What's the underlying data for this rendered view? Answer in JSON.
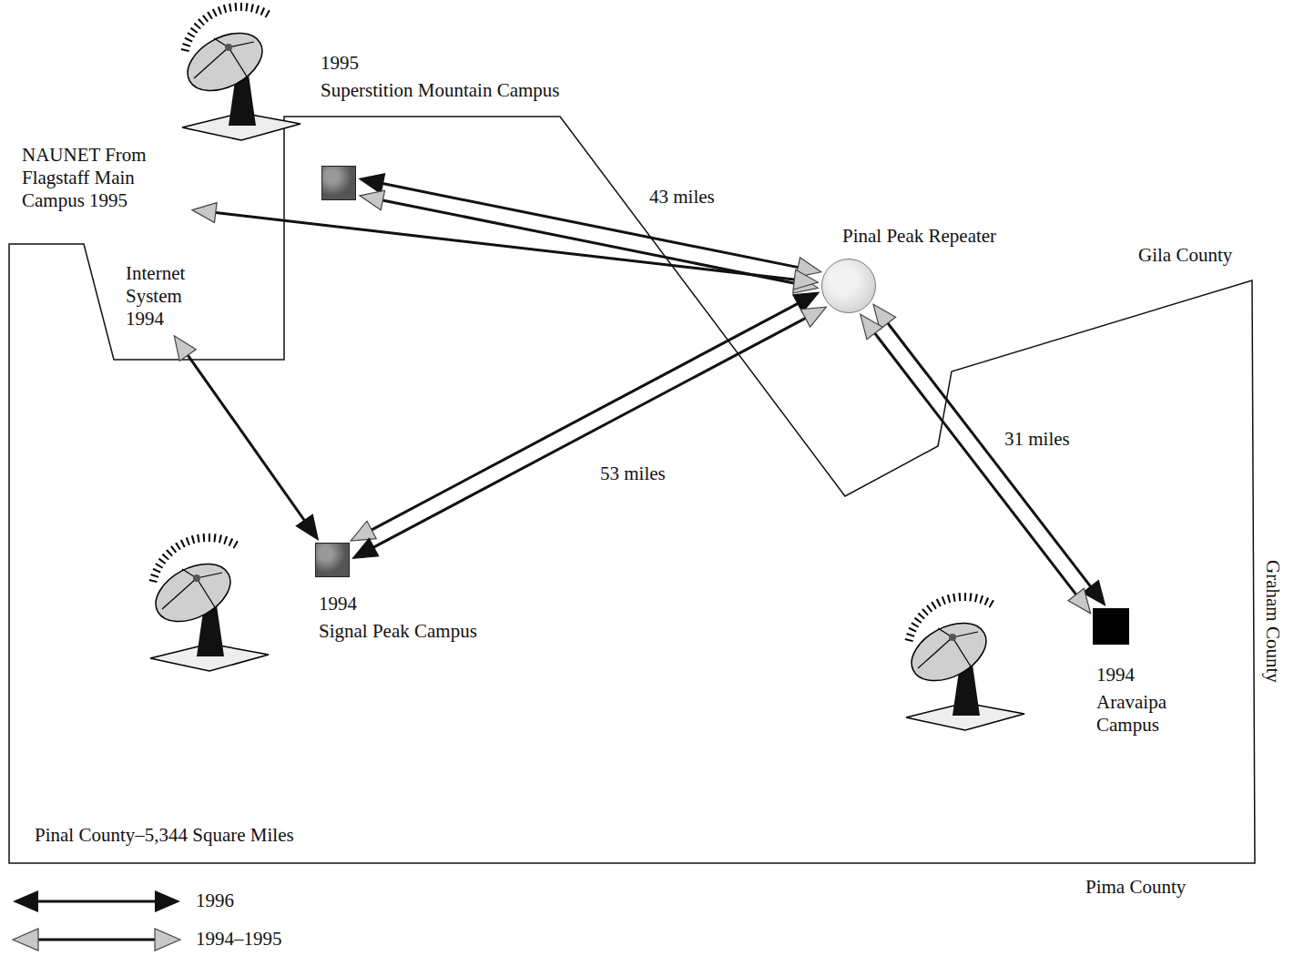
{
  "diagram": {
    "nodes": [
      {
        "text": [
          "1995",
          "Superstition Mountain Campus"
        ]
      },
      {
        "text": [
          "NAUNET From Flagstaff Main Campus 1995"
        ]
      },
      {
        "text": [
          "Internet System 1994"
        ]
      },
      {
        "text": [
          "Pinal Peak Repeater"
        ]
      },
      {
        "text": [
          "1994",
          "Signal Peak Campus"
        ]
      },
      {
        "text": [
          "1994",
          "Aravaipa Campus"
        ]
      }
    ],
    "edges": [
      {
        "from": 0,
        "to": 3,
        "arrow": "both",
        "label": "43 miles"
      },
      {
        "from": 0,
        "to": 3,
        "arrow": "both"
      },
      {
        "from": 1,
        "to": 3,
        "arrow": "both"
      },
      {
        "from": 2,
        "to": 4,
        "arrow": "both"
      },
      {
        "from": 4,
        "to": 3,
        "arrow": "both",
        "label": "53 miles"
      },
      {
        "from": 4,
        "to": 3,
        "arrow": "both"
      },
      {
        "from": 3,
        "to": 5,
        "arrow": "both",
        "label": "31 miles"
      },
      {
        "from": 3,
        "to": 5,
        "arrow": "both"
      }
    ],
    "labels": [
      "Gila County",
      "Graham County",
      "Pinal County–5,344 Square Miles",
      "Pima County"
    ],
    "legend": [
      {
        "text": "1996"
      },
      {
        "text": "1994–1995"
      }
    ]
  }
}
